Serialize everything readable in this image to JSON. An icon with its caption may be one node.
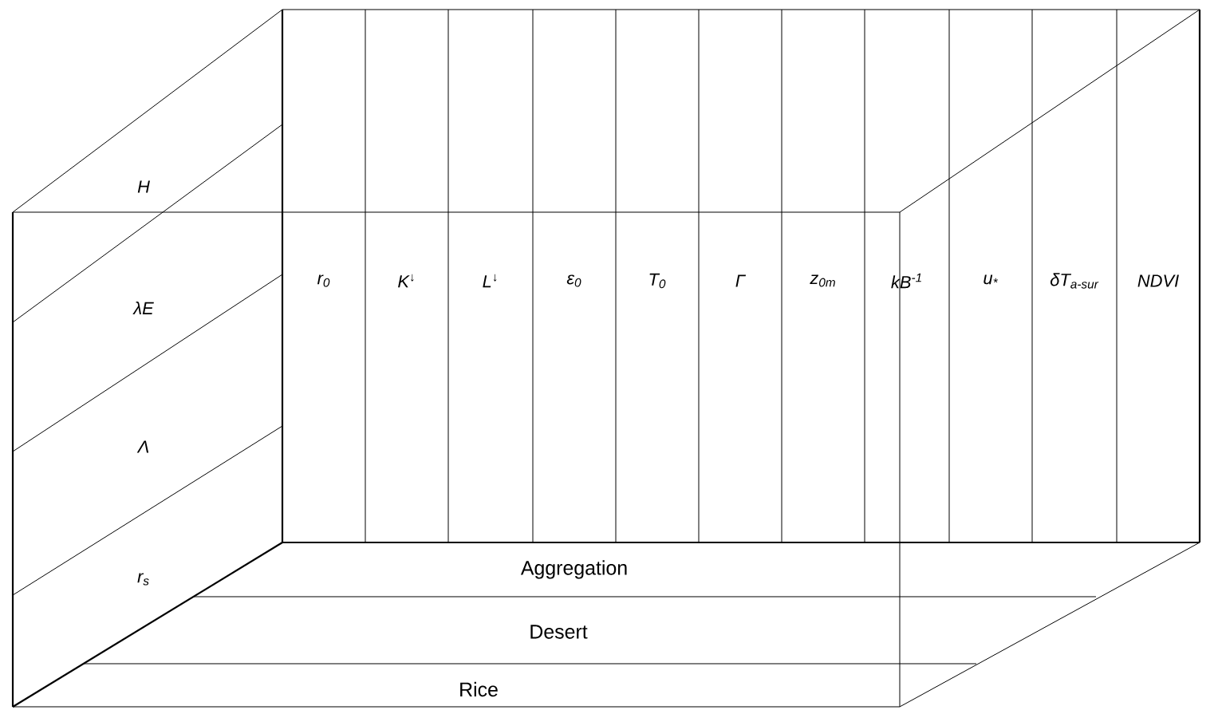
{
  "diagram": {
    "labels": [
      "H",
      "λE",
      "r$_{0}$",
      "K$^{↓}$",
      "L$^{↓}$",
      "ε$_{0}$",
      "T$_{0}$",
      "Γ",
      "z$_{0m}$",
      "kB$^{-1}$",
      "u$_{*}$",
      "δT$_{a-sur}$",
      "NDVI",
      "Λ",
      "r$_{s}$",
      "Aggregation",
      "Desert",
      "Rice"
    ]
  }
}
